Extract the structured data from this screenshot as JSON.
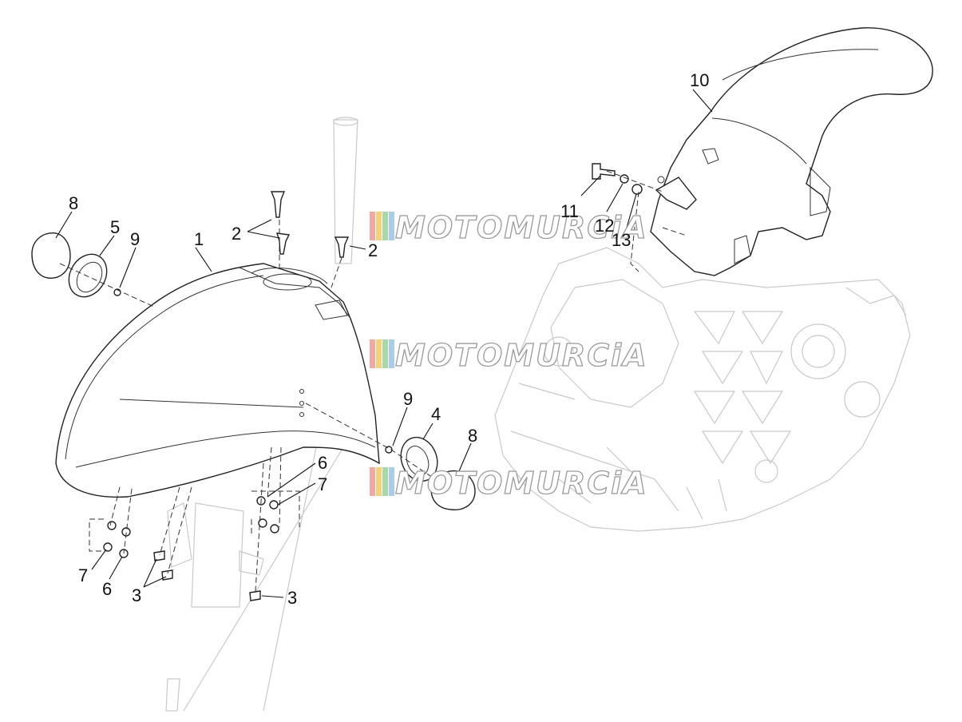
{
  "watermark": {
    "text": "MOTOMURCiA",
    "stripe_colors": [
      "#f2a7a7",
      "#f5d27a",
      "#a9d8a8",
      "#a9cce8"
    ]
  },
  "callouts": [
    "1",
    "2",
    "2",
    "3",
    "3",
    "4",
    "5",
    "6",
    "6",
    "7",
    "7",
    "8",
    "8",
    "9",
    "9",
    "10",
    "11",
    "12",
    "13"
  ],
  "colors": {
    "line": "#222222",
    "ghost": "#c9c9c9"
  }
}
